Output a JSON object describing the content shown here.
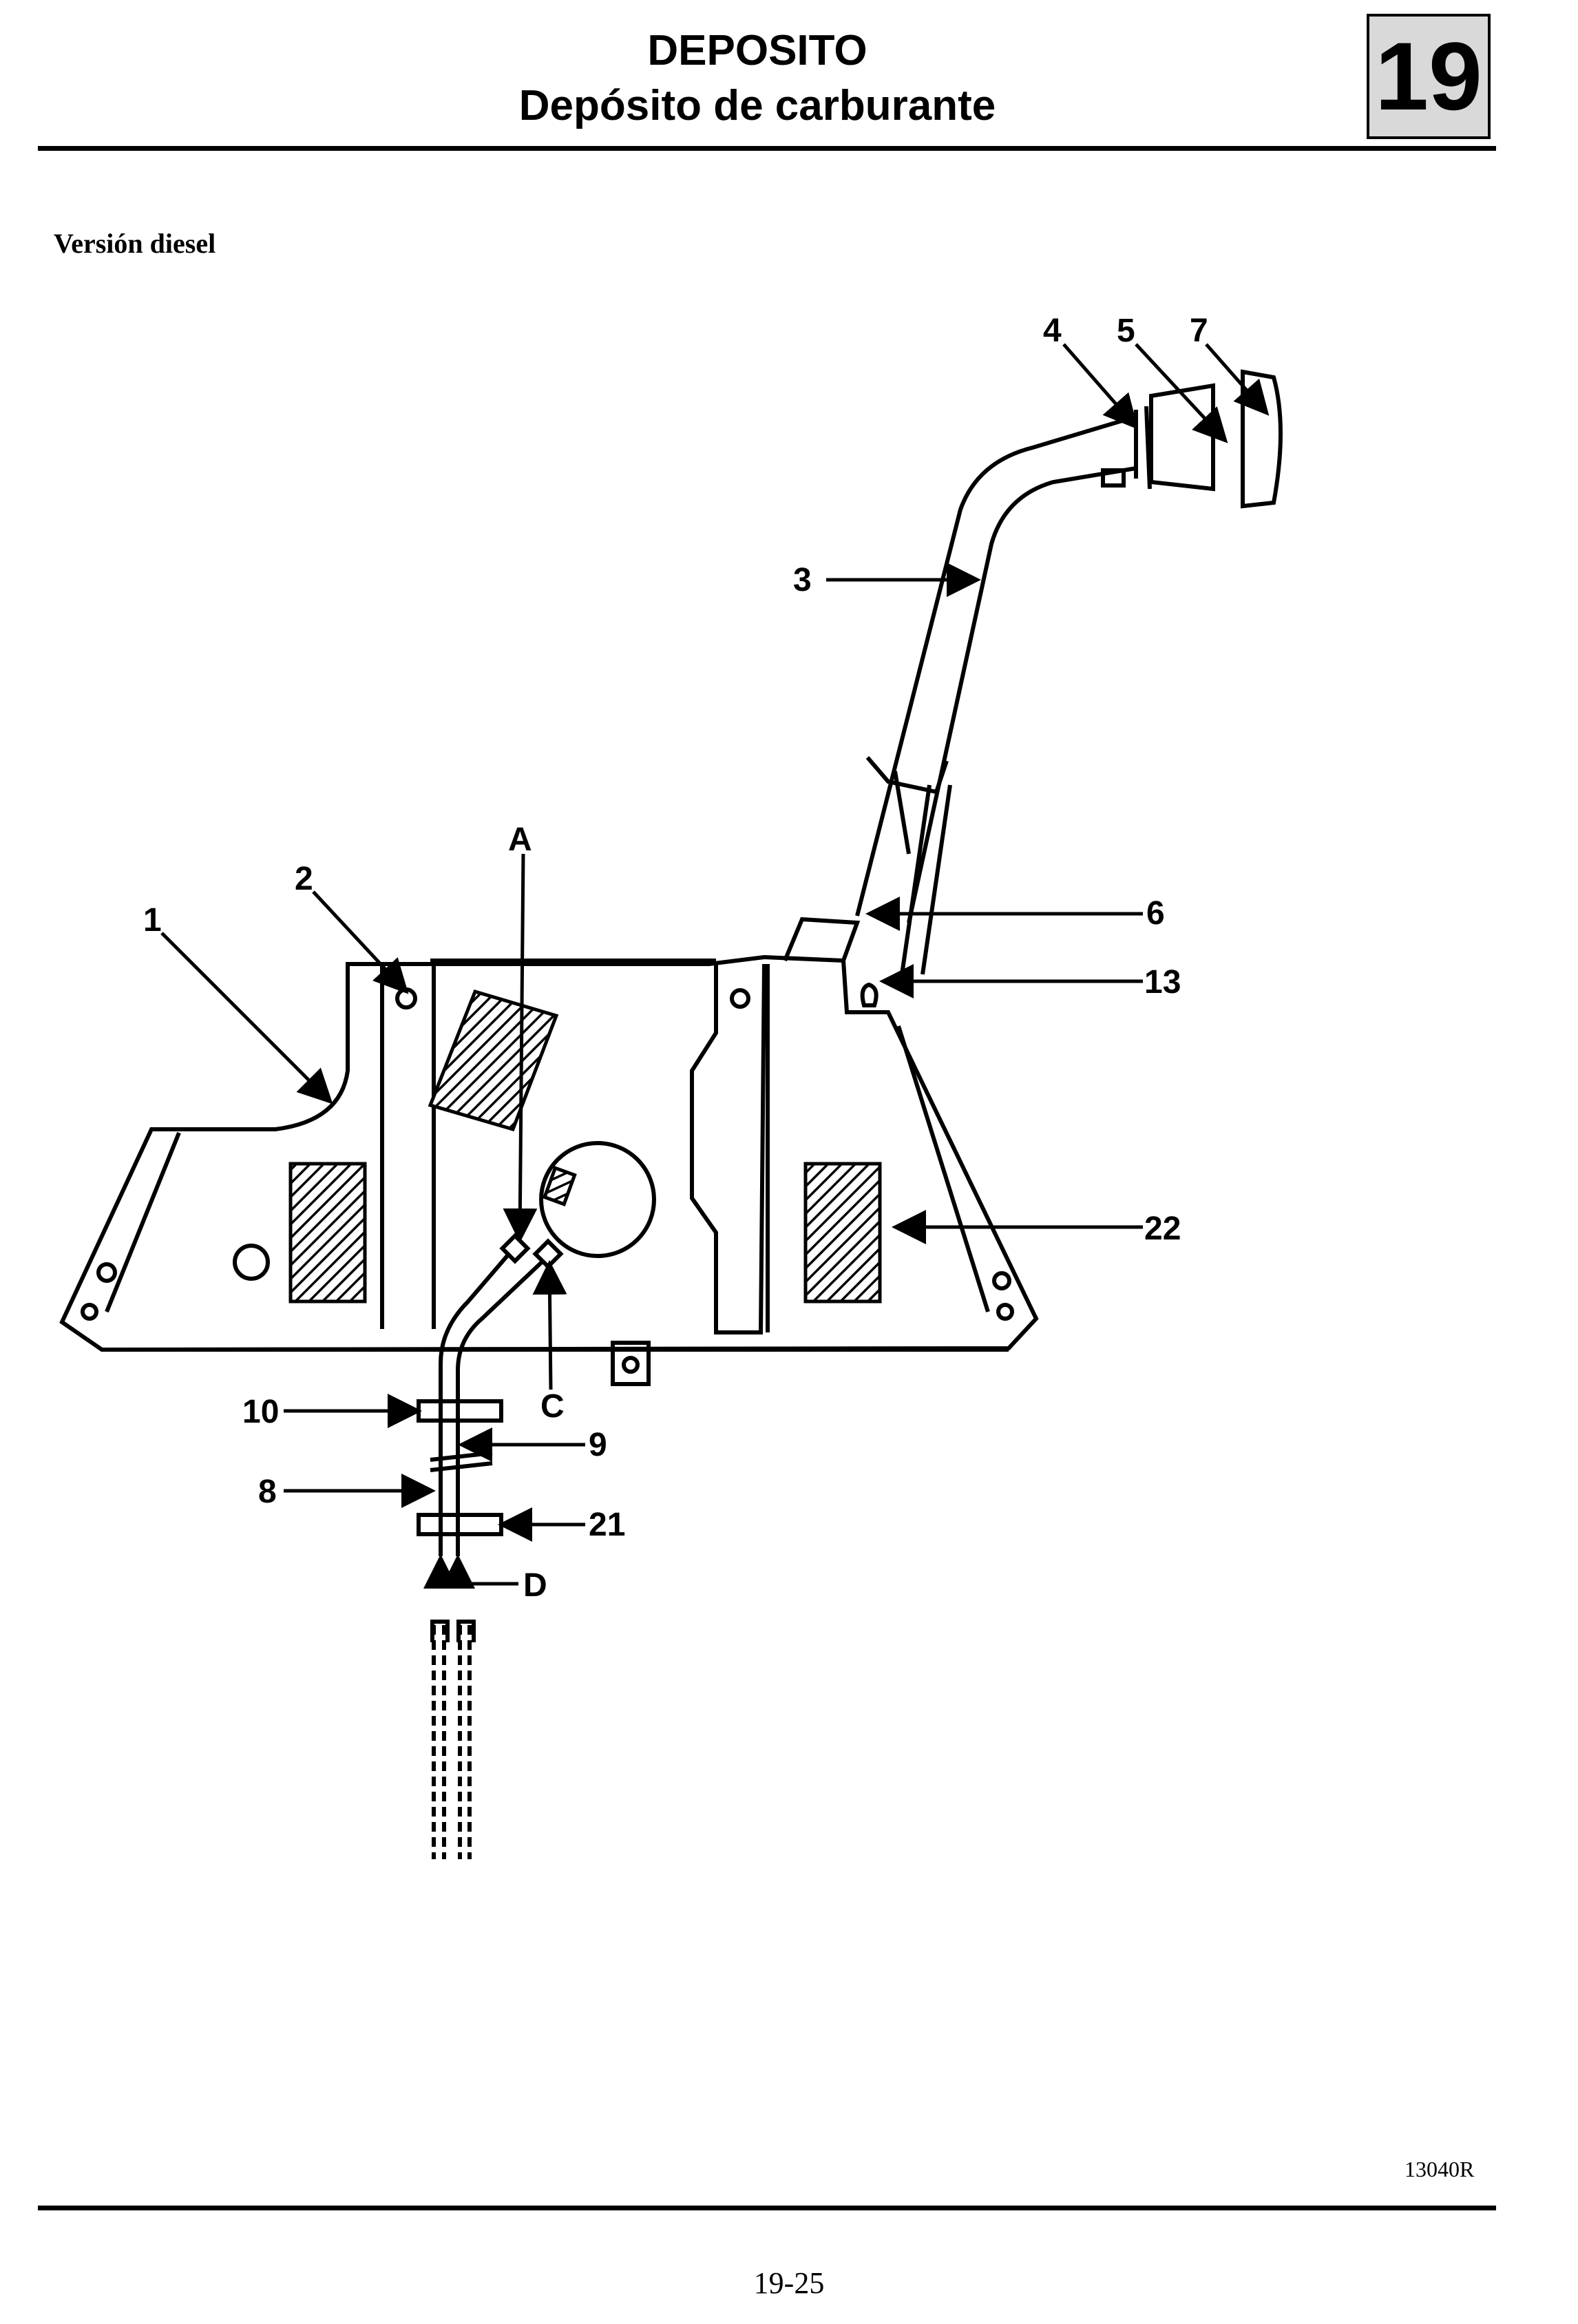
{
  "header": {
    "title": "DEPOSITO",
    "subtitle": "Depósito de carburante",
    "chapter": "19"
  },
  "section": {
    "label": "Versión diesel"
  },
  "diagram": {
    "callouts": [
      "1",
      "2",
      "3",
      "4",
      "5",
      "7",
      "A",
      "6",
      "13",
      "22",
      "10",
      "9",
      "8",
      "21",
      "C",
      "D"
    ]
  },
  "footer": {
    "figure_ref": "13040R",
    "page_number": "19-25"
  }
}
